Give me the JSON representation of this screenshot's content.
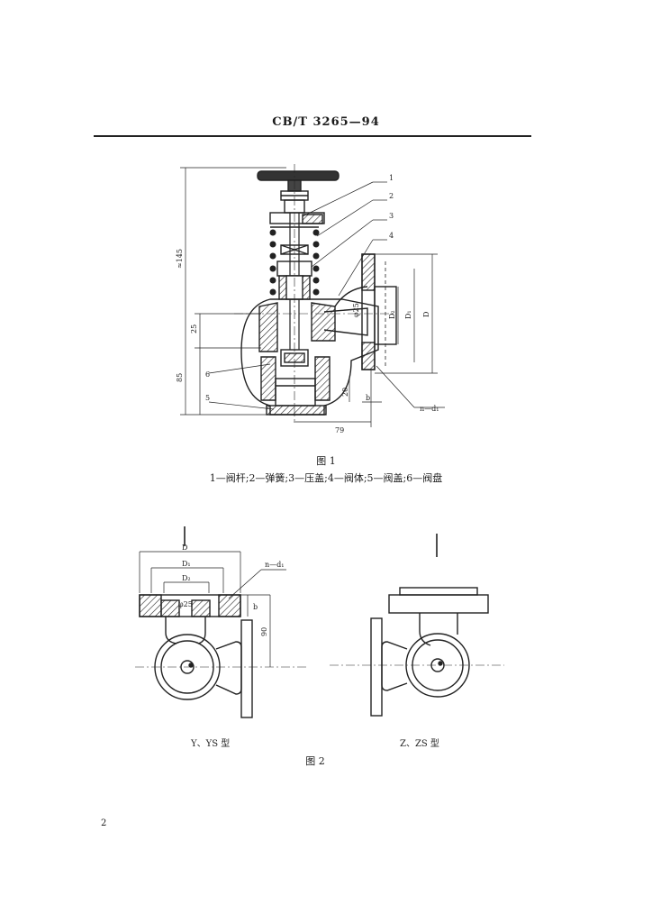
{
  "header": {
    "standard": "CB/T 3265—94"
  },
  "figure1": {
    "caption": "图 1",
    "legend": "1—阀杆;2—弹簧;3—压盖;4—阀体;5—阀盖;6—阀盘",
    "callouts": [
      "1",
      "2",
      "3",
      "4",
      "5",
      "6"
    ],
    "dims": {
      "height_total": "≈145",
      "h_25": "25",
      "h_85": "85",
      "bore": "φ25",
      "d2": "D₂",
      "d1": "D₁",
      "d": "D",
      "w_79": "79",
      "b": "b",
      "h_20": "20",
      "holes": "n—d₁"
    }
  },
  "figure2": {
    "caption": "图 2",
    "view_left": {
      "label": "Y、YS 型",
      "dims": {
        "d": "D",
        "d1": "D₁",
        "d2": "D₂",
        "bore": "φ25",
        "holes": "n—d₁",
        "b": "b",
        "h_90": "90"
      }
    },
    "view_right": {
      "label": "Z、ZS 型"
    }
  },
  "page_number": "2"
}
